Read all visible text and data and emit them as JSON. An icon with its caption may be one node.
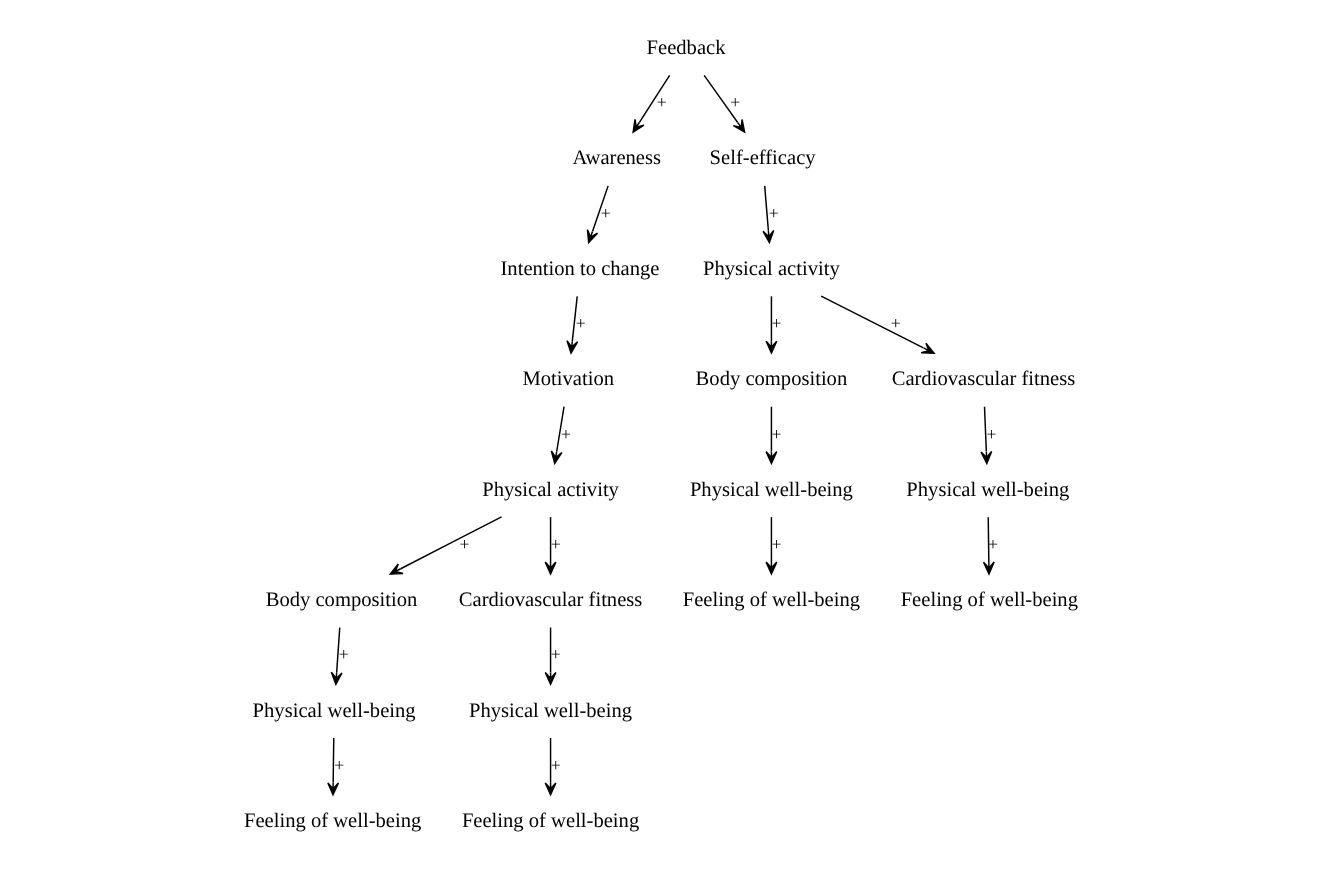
{
  "diagram": {
    "nodes": [
      {
        "text": [
          "Feedback"
        ]
      },
      {
        "text": [
          "Awareness"
        ]
      },
      {
        "text": [
          "Intention to change"
        ]
      },
      {
        "text": [
          "Motivation"
        ]
      },
      {
        "text": [
          "Physical activity"
        ]
      },
      {
        "text": [
          "Body composition"
        ]
      },
      {
        "text": [
          "Cardiovascular fitness"
        ]
      },
      {
        "text": [
          "Physical well-being"
        ]
      },
      {
        "text": [
          "Physical well-being"
        ]
      },
      {
        "text": [
          "Feeling of well-being"
        ]
      },
      {
        "text": [
          "Feeling of well-being"
        ]
      },
      {
        "text": [
          "Self-efficacy"
        ]
      },
      {
        "text": [
          "Physical activity"
        ]
      },
      {
        "text": [
          "Body composition"
        ]
      },
      {
        "text": [
          "Cardiovascular fitness"
        ]
      },
      {
        "text": [
          "Physical well-being"
        ]
      },
      {
        "text": [
          "Physical well-being"
        ]
      },
      {
        "text": [
          "Feeling of well-being"
        ]
      },
      {
        "text": [
          "Feeling of well-being"
        ]
      }
    ],
    "edges": [
      {
        "from": 0,
        "to": 1,
        "arrow": "to",
        "label": "+"
      },
      {
        "from": 0,
        "to": 11,
        "arrow": "to",
        "label": "+"
      },
      {
        "from": 1,
        "to": 2,
        "arrow": "to",
        "label": "+"
      },
      {
        "from": 2,
        "to": 3,
        "arrow": "to",
        "label": "+"
      },
      {
        "from": 3,
        "to": 4,
        "arrow": "to",
        "label": "+"
      },
      {
        "from": 4,
        "to": 5,
        "arrow": "to",
        "label": "+"
      },
      {
        "from": 4,
        "to": 6,
        "arrow": "to",
        "label": "+"
      },
      {
        "from": 5,
        "to": 7,
        "arrow": "to",
        "label": "+"
      },
      {
        "from": 6,
        "to": 8,
        "arrow": "to",
        "label": "+"
      },
      {
        "from": 7,
        "to": 9,
        "arrow": "to",
        "label": "+"
      },
      {
        "from": 8,
        "to": 10,
        "arrow": "to",
        "label": "+"
      },
      {
        "from": 11,
        "to": 12,
        "arrow": "to",
        "label": "+"
      },
      {
        "from": 12,
        "to": 13,
        "arrow": "to",
        "label": "+"
      },
      {
        "from": 12,
        "to": 14,
        "arrow": "to",
        "label": "+"
      },
      {
        "from": 13,
        "to": 15,
        "arrow": "to",
        "label": "+"
      },
      {
        "from": 14,
        "to": 16,
        "arrow": "to",
        "label": "+"
      },
      {
        "from": 15,
        "to": 17,
        "arrow": "to",
        "label": "+"
      },
      {
        "from": 16,
        "to": 18,
        "arrow": "to",
        "label": "+"
      }
    ]
  }
}
